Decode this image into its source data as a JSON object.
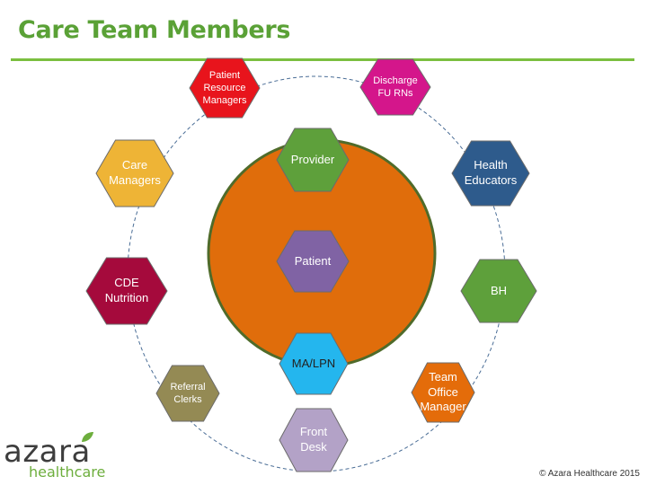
{
  "page": {
    "title": "Care Team Members",
    "copyright": "© Azara Healthcare 2015"
  },
  "logo": {
    "word": "azara",
    "sub": "healthcare"
  },
  "colors": {
    "title_green": "#5aa136",
    "center_circle": "#e06d0b",
    "center_circle_border": "#4f6b2a",
    "orbit": "#4a6d96"
  },
  "center": {
    "label": "Patient"
  },
  "members": [
    {
      "id": "patient-resource-managers",
      "label": "Patient\nResource\nManagers",
      "fill": "#e8141c",
      "text_color": "#ffffff"
    },
    {
      "id": "discharge-fu-rns",
      "label": "Discharge\nFU RNs",
      "fill": "#d4168b",
      "text_color": "#ffffff"
    },
    {
      "id": "care-managers",
      "label": "Care\nManagers",
      "fill": "#eeb436",
      "text_color": "#ffffff"
    },
    {
      "id": "provider",
      "label": "Provider",
      "fill": "#5ea03b",
      "text_color": "#ffffff"
    },
    {
      "id": "health-educators",
      "label": "Health\nEducators",
      "fill": "#2e5b8c",
      "text_color": "#ffffff"
    },
    {
      "id": "patient",
      "label": "Patient",
      "fill": "#8063a4",
      "text_color": "#ffffff"
    },
    {
      "id": "cde-nutrition",
      "label": "CDE\nNutrition",
      "fill": "#a50a3c",
      "text_color": "#ffffff"
    },
    {
      "id": "bh",
      "label": "BH",
      "fill": "#5ea03b",
      "text_color": "#ffffff"
    },
    {
      "id": "ma-lpn",
      "label": "MA/LPN",
      "fill": "#24b6ee",
      "text_color": "#222222"
    },
    {
      "id": "referral-clerks",
      "label": "Referral\nClerks",
      "fill": "#948a54",
      "text_color": "#ffffff"
    },
    {
      "id": "team-office-manager",
      "label": "Team\nOffice\nManager",
      "fill": "#e46c0a",
      "text_color": "#ffffff"
    },
    {
      "id": "front-desk",
      "label": "Front\nDesk",
      "fill": "#b3a2c7",
      "text_color": "#ffffff"
    }
  ]
}
